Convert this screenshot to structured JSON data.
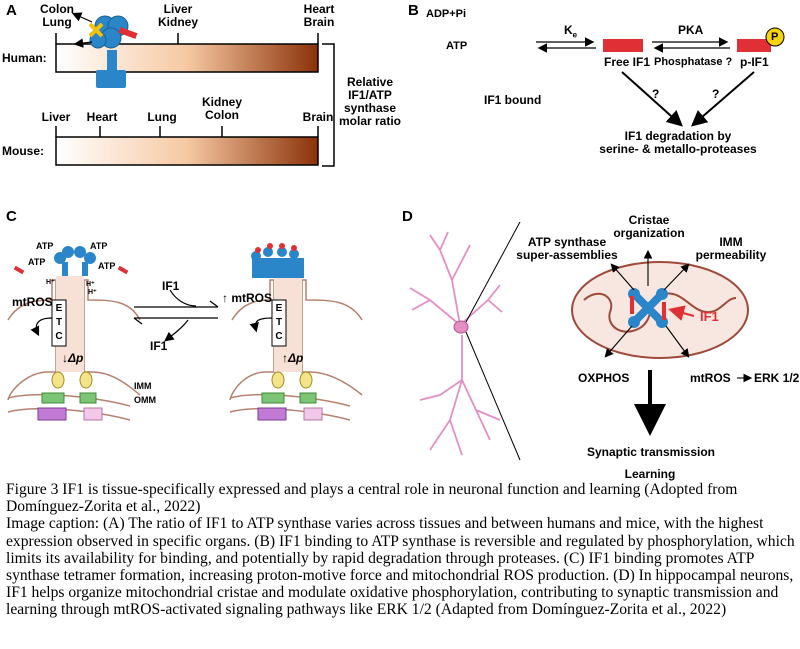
{
  "panel_a": {
    "letter": "A",
    "human_label": "Human:",
    "mouse_label": "Mouse:",
    "human_ticks": [
      "Colon\nLung",
      "Liver\nKidney",
      "Heart\nBrain"
    ],
    "mouse_ticks": [
      "Liver",
      "Heart",
      "Lung",
      "Kidney\nColon",
      "Brain"
    ],
    "bracket_label": "Relative\nIF1/ATP\nsynthase\nmolar ratio"
  },
  "panel_b": {
    "letter": "B",
    "adp_label": "ADP+Pi",
    "atp_label": "ATP",
    "if1_bound": "IF1 bound",
    "ke_label": "K",
    "ke_sub": "e",
    "free_if1": "Free IF1",
    "pka_label": "PKA",
    "phosphatase_label": "Phosphatase ?",
    "p_if1": "p-IF1",
    "p_badge": "P",
    "question_left": "?",
    "question_right": "?",
    "degradation": "IF1 degradation by\nserine- & metallo-proteases"
  },
  "panel_c": {
    "letter": "C",
    "atp_tags": [
      "ATP",
      "ATP",
      "ATP",
      "ATP"
    ],
    "h_tags": [
      "H⁺",
      "H⁺",
      "H⁺"
    ],
    "mtros_left": "mtROS",
    "etc_left": [
      "E",
      "T",
      "C"
    ],
    "delta_left": "↓Δp",
    "if1_top": "IF1",
    "if1_bottom": "IF1",
    "mtros_right": "↑ mtROS",
    "etc_right": [
      "E",
      "T",
      "C"
    ],
    "delta_right": "↑Δp",
    "imm": "IMM",
    "omm": "OMM"
  },
  "panel_d": {
    "letter": "D",
    "atp_synthase": "ATP synthase\nsuper-assemblies",
    "cristae": "Cristae\norganization",
    "imm_perm": "IMM\npermeability",
    "if1": "IF1",
    "oxphos": "OXPHOS",
    "mtros": "mtROS",
    "erk": "ERK 1/2",
    "synaptic": "Synaptic transmission",
    "learning": "Learning"
  },
  "caption": {
    "figure_text": "Figure 3 IF1 is tissue-specifically expressed and plays a central role in neuronal function and learning (Adopted from Domínguez-Zorita et al., 2022)",
    "image_caption": "Image caption: (A) The ratio of IF1 to ATP synthase varies across tissues and between humans and mice, with the highest expression observed in specific organs. (B) IF1 binding to ATP synthase is reversible and regulated by phosphorylation, which limits its availability for binding, and potentially by rapid degradation through proteases. (C) IF1 binding promotes ATP synthase tetramer formation, increasing proton-motive force and mitochondrial ROS production. (D) In hippocampal neurons, IF1 helps organize mitochondrial cristae and modulate oxidative phosphorylation, contributing to synaptic transmission and learning through mtROS-activated signaling pathways like ERK 1/2 (Adapted from Domínguez-Zorita et al., 2022)"
  },
  "colors": {
    "gradient_start": "#ffffff",
    "gradient_mid": "#f6c9a3",
    "gradient_end": "#8b3108",
    "atp_synthase_blue": "#2a86c8",
    "if1_red": "#e03036",
    "p_yellow": "#f5d50a",
    "neuron_pink": "#e48fc4",
    "mito_fill": "#f8e6e0",
    "mito_border": "#9e4a3a"
  }
}
